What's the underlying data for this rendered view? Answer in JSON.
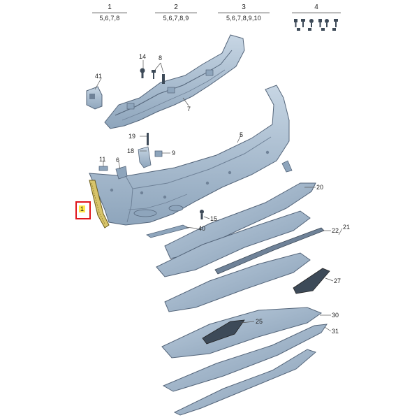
{
  "groups": [
    {
      "number": "1",
      "subs": "5,6,7,8"
    },
    {
      "number": "2",
      "subs": "5,6,7,8,9"
    },
    {
      "number": "3",
      "subs": "5,6,7,8,9,10"
    },
    {
      "number": "4",
      "subs": ""
    }
  ],
  "callouts": {
    "c41": "41",
    "c14": "14",
    "c8": "8",
    "c7": "7",
    "c5": "5",
    "c19": "19",
    "c18": "18",
    "c9": "9",
    "c11": "11",
    "c6": "6",
    "c20": "20",
    "c15": "15",
    "c40": "40",
    "c22": "22",
    "c21": "21",
    "c27": "27",
    "c25": "25",
    "c30": "30",
    "c31": "31"
  },
  "highlight": {
    "number": "1"
  },
  "colors": {
    "part_fill": "#a9bdd0",
    "part_stroke": "#54657a",
    "dark_part": "#3d4a58",
    "highlight_border": "#e0161b",
    "highlight_fill": "#ffe94d"
  }
}
